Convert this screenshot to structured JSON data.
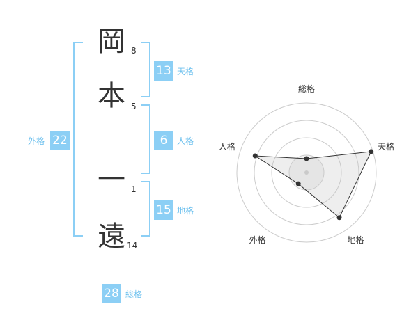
{
  "name": {
    "chars": [
      {
        "char": "岡",
        "strokes": "8"
      },
      {
        "char": "本",
        "strokes": "5"
      },
      {
        "char": "一",
        "strokes": "1"
      },
      {
        "char": "遠",
        "strokes": "14"
      }
    ]
  },
  "kaku": {
    "ten": {
      "label": "天格",
      "value": "13"
    },
    "jin": {
      "label": "人格",
      "value": "6"
    },
    "chi": {
      "label": "地格",
      "value": "15"
    },
    "gai": {
      "label": "外格",
      "value": "22"
    },
    "sou": {
      "label": "総格",
      "value": "28"
    }
  },
  "colors": {
    "accent": "#8ccff5",
    "accent_text": "#6cc0ee",
    "text": "#333333",
    "grid": "#cccccc",
    "fill": "#f0f0f0"
  },
  "chart_data": {
    "type": "radar",
    "axes": [
      "総格",
      "天格",
      "地格",
      "外格",
      "人格"
    ],
    "rings": 4,
    "max": 4,
    "values": [
      0.8,
      3.9,
      3.2,
      0.8,
      3.1
    ]
  }
}
